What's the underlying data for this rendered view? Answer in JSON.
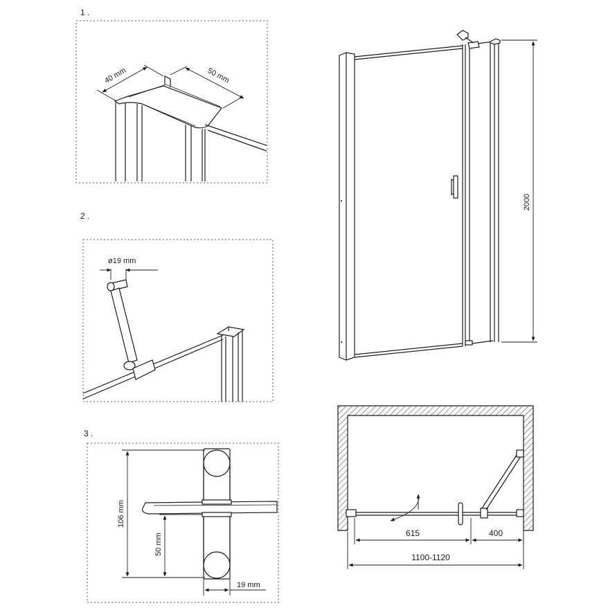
{
  "details": [
    {
      "number": "1 .",
      "dims": {
        "depth": "40 mm",
        "width": "50 mm"
      }
    },
    {
      "number": "2 .",
      "dims": {
        "diameter": "ø19 mm"
      }
    },
    {
      "number": "3 .",
      "dims": {
        "height_total": "106 mm",
        "height_low": "50 mm",
        "tube_width": "19 mm"
      }
    }
  ],
  "elevation": {
    "height": "2000"
  },
  "plan": {
    "door_width": "615",
    "fixed_width": "400",
    "total_width": "1100-1120"
  }
}
